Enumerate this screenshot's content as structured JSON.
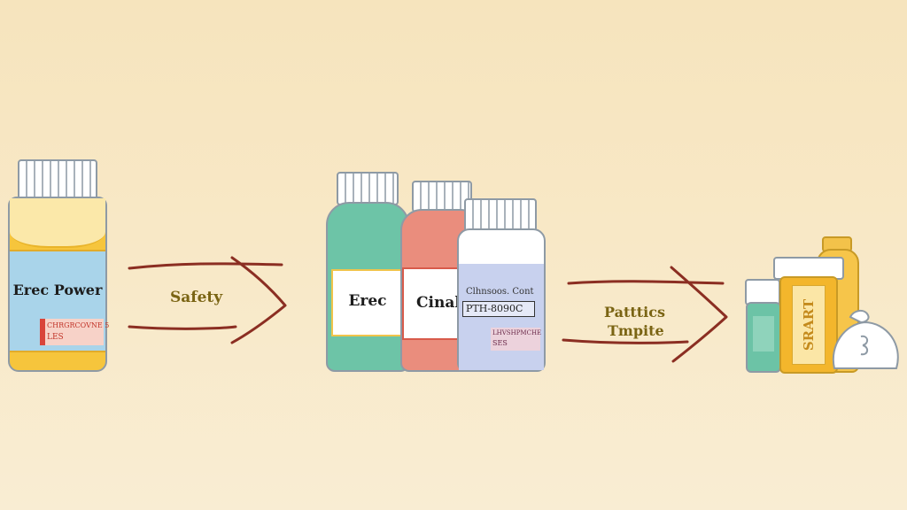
{
  "bottle_1": {
    "label": "Erec Power",
    "sublabel_1": "CHRGRCOVNE 5",
    "sublabel_2": "LES"
  },
  "arrow_1": {
    "label": "Safety"
  },
  "bottle_2": {
    "label": "Erec"
  },
  "bottle_3": {
    "label": "Cinal"
  },
  "bottle_4": {
    "line_1": "Clhnsoos. Cont",
    "line_2": "PTH-8090C",
    "line_3": "LHVSHPMCHE",
    "line_4": "SES"
  },
  "arrow_2": {
    "label_1": "Patttics",
    "label_2": "Tmpite"
  },
  "bottle_5": {
    "label": "SRART"
  },
  "colors": {
    "arrow": "#8b2e22",
    "arrow_text": "#7a6413",
    "outline": "#8e9aa5",
    "blue_label": "#a8d4ea",
    "yellow_fill": "#f3bc2c",
    "green_fill": "#6cc3a6",
    "salmon_fill": "#ea8c7c",
    "lavender_fill": "#c7d0ec"
  }
}
